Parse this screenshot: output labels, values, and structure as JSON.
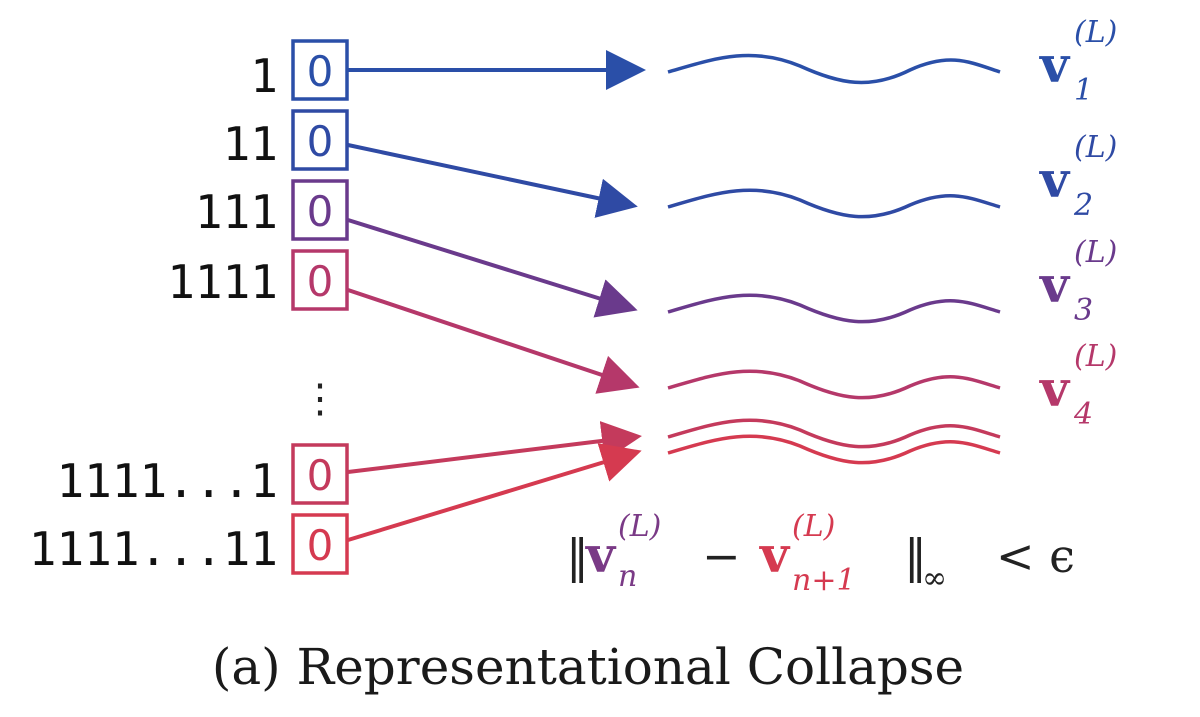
{
  "caption": "(a) Representational Collapse",
  "ellipsis": "⋮",
  "rows": [
    {
      "seq": "1",
      "token": "0",
      "color": "#2a4fa8"
    },
    {
      "seq": "11",
      "token": "0",
      "color": "#2f4aa4"
    },
    {
      "seq": "111",
      "token": "0",
      "color": "#6a3a8c"
    },
    {
      "seq": "1111",
      "token": "0",
      "color": "#b5386a"
    },
    {
      "seq": "1111...1",
      "token": "0",
      "color": "#c43a5c"
    },
    {
      "seq": "1111...11",
      "token": "0",
      "color": "#d53a50"
    }
  ],
  "vectors": [
    {
      "base": "v",
      "sub": "1",
      "sup": "(L)",
      "color": "#2a4fa8"
    },
    {
      "base": "v",
      "sub": "2",
      "sup": "(L)",
      "color": "#2f4aa4"
    },
    {
      "base": "v",
      "sub": "3",
      "sup": "(L)",
      "color": "#6a3a8c"
    },
    {
      "base": "v",
      "sub": "4",
      "sup": "(L)",
      "color": "#b5386a"
    }
  ],
  "formula": {
    "open": "‖",
    "v1": "v",
    "sub1": "n",
    "sup1": "(L)",
    "minus": "−",
    "v2": "v",
    "sub2": "n+1",
    "sup2": "(L)",
    "close": "‖",
    "norm_sub": "∞",
    "rel": "< ϵ",
    "color_n": "#7a3a86",
    "color_n1": "#d53a50"
  }
}
